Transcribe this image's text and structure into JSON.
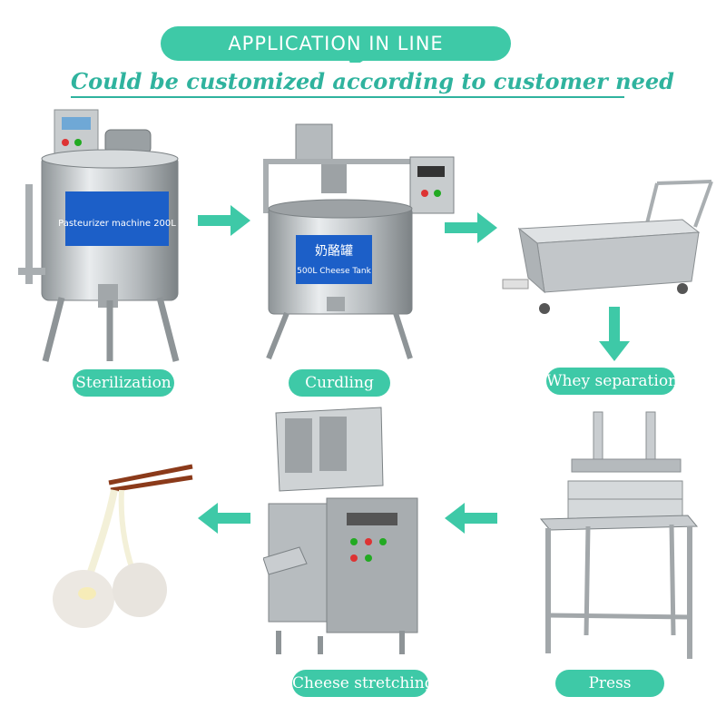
{
  "colors": {
    "accent": "#3ec9a7",
    "accent_dark": "#2fb39e",
    "steel": "#b9bdc0",
    "label_blue": "#1c5fc8"
  },
  "header": {
    "title": "APPLICATION IN LINE",
    "subtitle": "Could be customized according to customer need"
  },
  "steps": [
    {
      "label": "Sterilization",
      "machine_label": "Pasteurizer machine 200L"
    },
    {
      "label": "Curdling",
      "machine_label_cn": "奶酪罐",
      "machine_label": "500L Cheese Tank"
    },
    {
      "label": "Whey separation"
    },
    {
      "label": "Press"
    },
    {
      "label": "Cheese stretching"
    }
  ],
  "arrows": [
    "arrow-right-icon",
    "arrow-right-icon",
    "arrow-down-icon",
    "arrow-left-icon",
    "arrow-left-icon"
  ]
}
